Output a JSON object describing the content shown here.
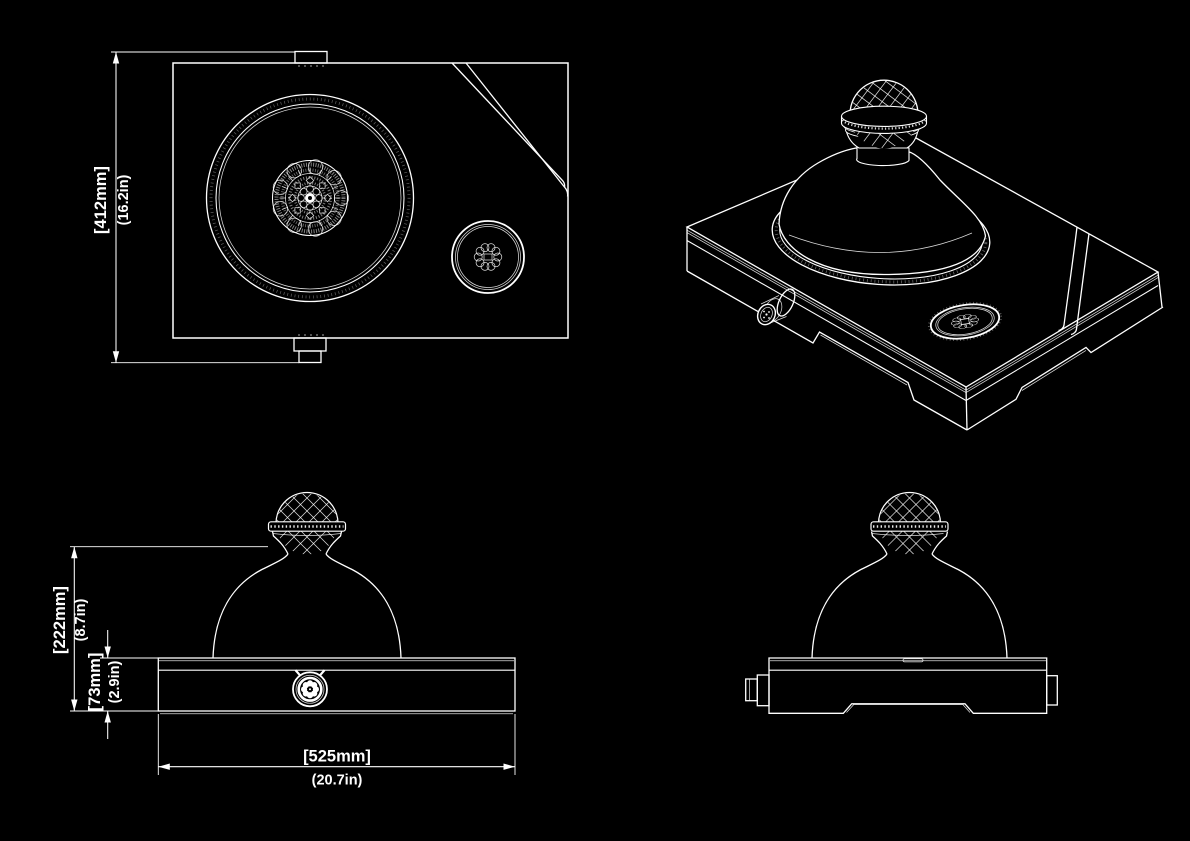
{
  "drawing": {
    "background_color": "#000000",
    "line_color": "#ffffff",
    "type": "technical-dimension-drawing"
  },
  "dimensions": {
    "depth": {
      "mm": "[412mm]",
      "in": "(16.2in)"
    },
    "total_height": {
      "mm": "[222mm]",
      "in": "(8.7in)"
    },
    "base_height": {
      "mm": "[73mm]",
      "in": "(2.9in)"
    },
    "width": {
      "mm": "[525mm]",
      "in": "(20.7in)"
    }
  }
}
